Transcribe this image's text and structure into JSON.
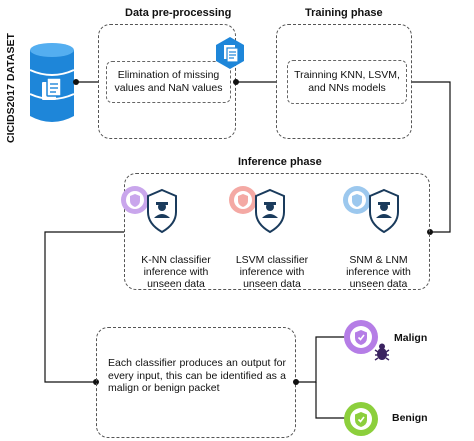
{
  "dataset": {
    "label": "CICIDS2017 DATASET"
  },
  "preprocessing": {
    "title": "Data pre-processing",
    "text": "Elimination of missing values and NaN values"
  },
  "training": {
    "title": "Training phase",
    "text": "Trainning KNN, LSVM, and NNs models"
  },
  "inference": {
    "title": "Inference phase",
    "items": [
      {
        "label": "K-NN classifier inference with unseen data"
      },
      {
        "label": "LSVM classifier inference with unseen data"
      },
      {
        "label": "SNM & LNM inference with unseen data"
      }
    ]
  },
  "output": {
    "text": "Each classifier produces an output for every input, this can be identified as a malign or benign packet",
    "malign": "Malign",
    "benign": "Benign"
  },
  "colors": {
    "knn": "#c9a6ec",
    "lsvm": "#f4a9a4",
    "snm": "#9cc8ee",
    "malign": "#b57de6",
    "benign": "#8ccf3c",
    "database": "#1e86d9"
  }
}
